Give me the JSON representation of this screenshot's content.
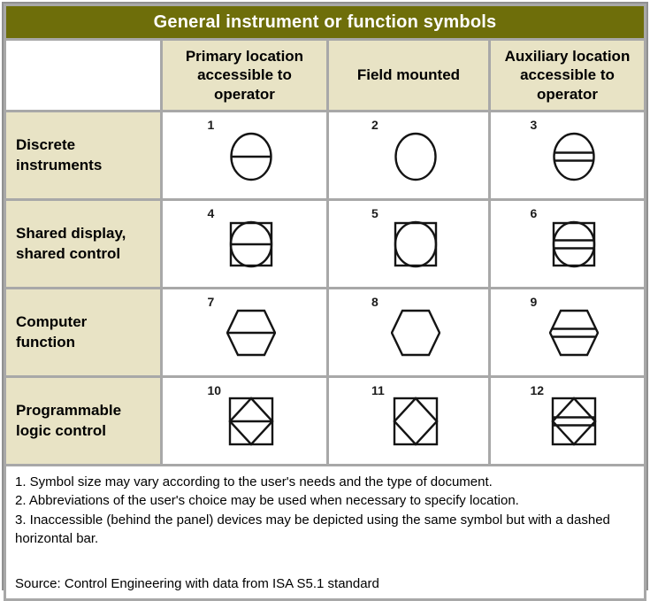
{
  "title": "General instrument or function symbols",
  "header": {
    "columns": [
      "Primary location accessible to operator",
      "Field mounted",
      "Auxiliary location accessible to operator"
    ]
  },
  "rows": [
    {
      "label": "Discrete instruments",
      "cells": [
        {
          "num": "1",
          "shape": "circle",
          "bars": 1
        },
        {
          "num": "2",
          "shape": "circle",
          "bars": 0
        },
        {
          "num": "3",
          "shape": "circle",
          "bars": 2
        }
      ]
    },
    {
      "label": "Shared display, shared control",
      "cells": [
        {
          "num": "4",
          "shape": "square-circle",
          "bars": 1
        },
        {
          "num": "5",
          "shape": "square-circle",
          "bars": 0
        },
        {
          "num": "6",
          "shape": "square-circle",
          "bars": 2
        }
      ]
    },
    {
      "label": "Computer function",
      "cells": [
        {
          "num": "7",
          "shape": "hexagon",
          "bars": 1
        },
        {
          "num": "8",
          "shape": "hexagon",
          "bars": 0
        },
        {
          "num": "9",
          "shape": "hexagon",
          "bars": 2
        }
      ]
    },
    {
      "label": "Programmable logic control",
      "cells": [
        {
          "num": "10",
          "shape": "square-diamond",
          "bars": 1
        },
        {
          "num": "11",
          "shape": "square-diamond",
          "bars": 0
        },
        {
          "num": "12",
          "shape": "square-diamond",
          "bars": 2
        }
      ]
    }
  ],
  "notes": [
    "1. Symbol size may vary according to the user's needs and the type of document.",
    "2. Abbreviations of the user's choice may be used when necessary to specify location.",
    "3. Inaccessible (behind the panel) devices may be depicted using the same symbol but with a dashed horizontal bar."
  ],
  "source": "Source: Control Engineering with data from ISA S5.1 standard",
  "colors": {
    "title_bg": "#6e6e0a",
    "title_text": "#ffffff",
    "header_bg": "#e8e3c5",
    "grid": "#a8a8a8",
    "frame": "#909090",
    "symbol_stroke": "#141414"
  }
}
